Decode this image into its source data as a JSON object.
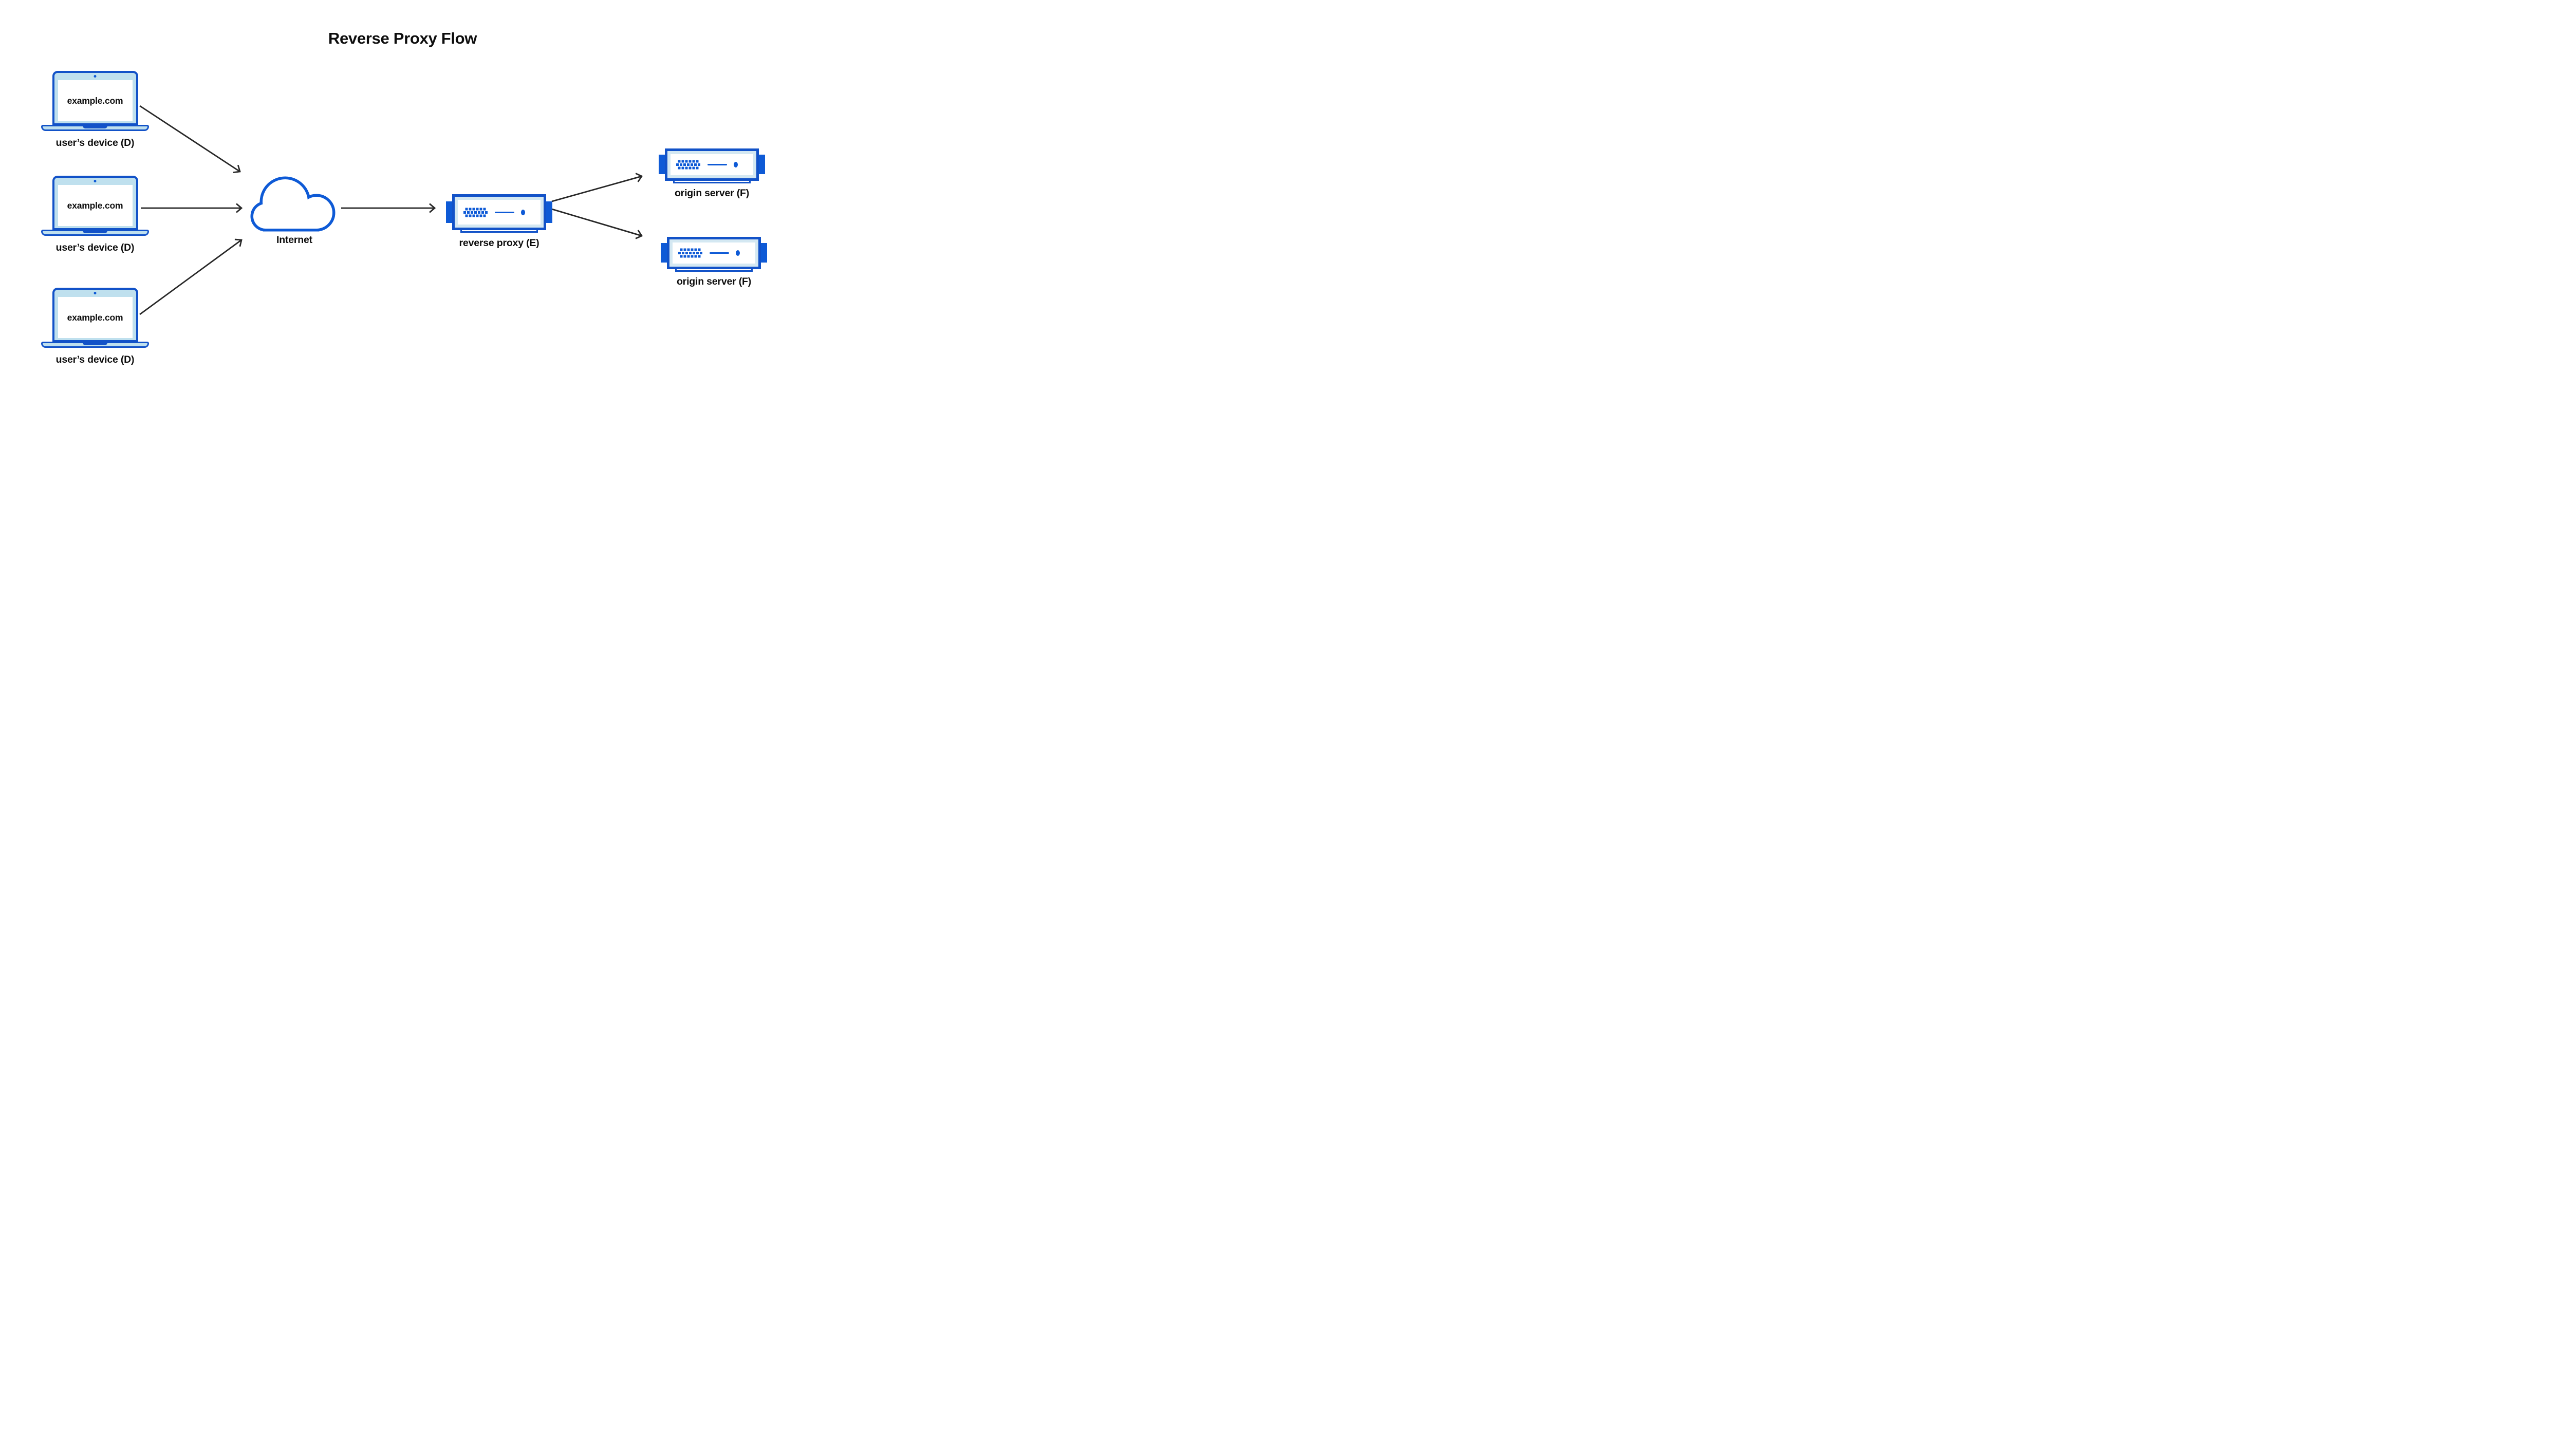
{
  "title": "Reverse Proxy Flow",
  "devices": [
    {
      "id": "user-device-1",
      "screen_text": "example.com",
      "label": "user’s device (D)"
    },
    {
      "id": "user-device-2",
      "screen_text": "example.com",
      "label": "user’s device (D)"
    },
    {
      "id": "user-device-3",
      "screen_text": "example.com",
      "label": "user’s device (D)"
    }
  ],
  "internet": {
    "id": "internet",
    "label": "Internet",
    "icon": "cloud-icon"
  },
  "proxy": {
    "id": "reverse-proxy",
    "label": "reverse proxy (E)",
    "icon": "server-icon"
  },
  "origins": [
    {
      "id": "origin-server-1",
      "label": "origin server (F)",
      "icon": "server-icon"
    },
    {
      "id": "origin-server-2",
      "label": "origin server (F)",
      "icon": "server-icon"
    }
  ],
  "connections": [
    {
      "from": "user-device-1",
      "to": "internet"
    },
    {
      "from": "user-device-2",
      "to": "internet"
    },
    {
      "from": "user-device-3",
      "to": "internet"
    },
    {
      "from": "internet",
      "to": "reverse-proxy"
    },
    {
      "from": "reverse-proxy",
      "to": "origin-server-1"
    },
    {
      "from": "reverse-proxy",
      "to": "origin-server-2"
    }
  ],
  "palette": {
    "outline_blue": "#1252c8",
    "accent_blue": "#0e5ad6",
    "laptop_fill": "#bfe0ee",
    "server_fill": "#d4e8f2",
    "arrow_color": "#282828",
    "text_color": "#0d0d0d",
    "background": "#ffffff"
  }
}
